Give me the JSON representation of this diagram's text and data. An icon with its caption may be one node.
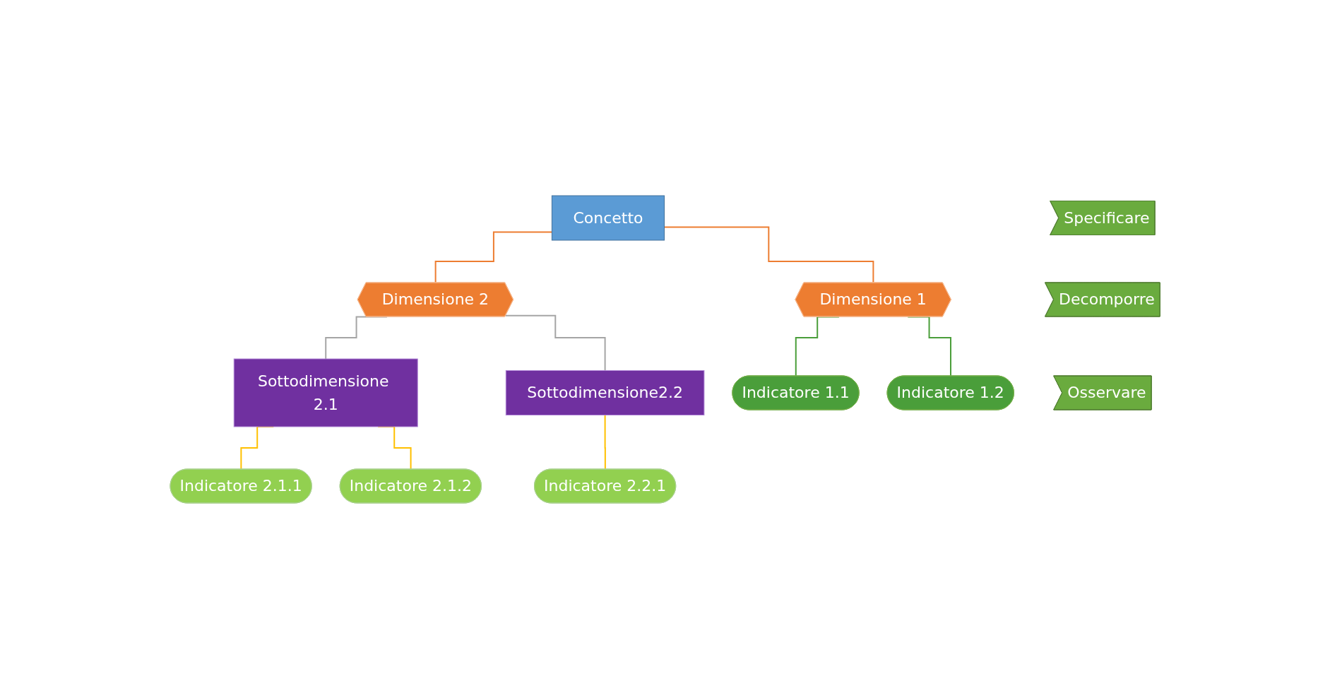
{
  "diagram": {
    "nodes": [
      {
        "text": [
          "Concetto"
        ]
      },
      {
        "text": [
          "Dimensione 1"
        ]
      },
      {
        "text": [
          "Dimensione 2"
        ]
      },
      {
        "text": [
          "Sottodimensione 2.1"
        ]
      },
      {
        "text": [
          "Sottodimensione2.2"
        ]
      },
      {
        "text": [
          "Indicatore 1.1"
        ]
      },
      {
        "text": [
          "Indicatore 1.2"
        ]
      },
      {
        "text": [
          "Indicatore 2.1.1"
        ]
      },
      {
        "text": [
          "Indicatore 2.1.2"
        ]
      },
      {
        "text": [
          "Indicatore 2.2.1"
        ]
      },
      {
        "text": [
          "Specificare"
        ]
      },
      {
        "text": [
          "Decomporre"
        ]
      },
      {
        "text": [
          "Osservare"
        ]
      }
    ],
    "edges": [
      {
        "from": 0,
        "to": 1,
        "arrow": "none",
        "color": "#ed7d31"
      },
      {
        "from": 0,
        "to": 2,
        "arrow": "none",
        "color": "#ed7d31"
      },
      {
        "from": 1,
        "to": 5,
        "arrow": "none",
        "color": "#4a9e3a"
      },
      {
        "from": 1,
        "to": 6,
        "arrow": "none",
        "color": "#4a9e3a"
      },
      {
        "from": 2,
        "to": 3,
        "arrow": "none",
        "color": "#a5a5a5"
      },
      {
        "from": 2,
        "to": 4,
        "arrow": "none",
        "color": "#a5a5a5"
      },
      {
        "from": 3,
        "to": 7,
        "arrow": "none",
        "color": "#ffc000"
      },
      {
        "from": 3,
        "to": 8,
        "arrow": "none",
        "color": "#ffc000"
      },
      {
        "from": 4,
        "to": 9,
        "arrow": "none",
        "color": "#ffc000"
      }
    ]
  }
}
